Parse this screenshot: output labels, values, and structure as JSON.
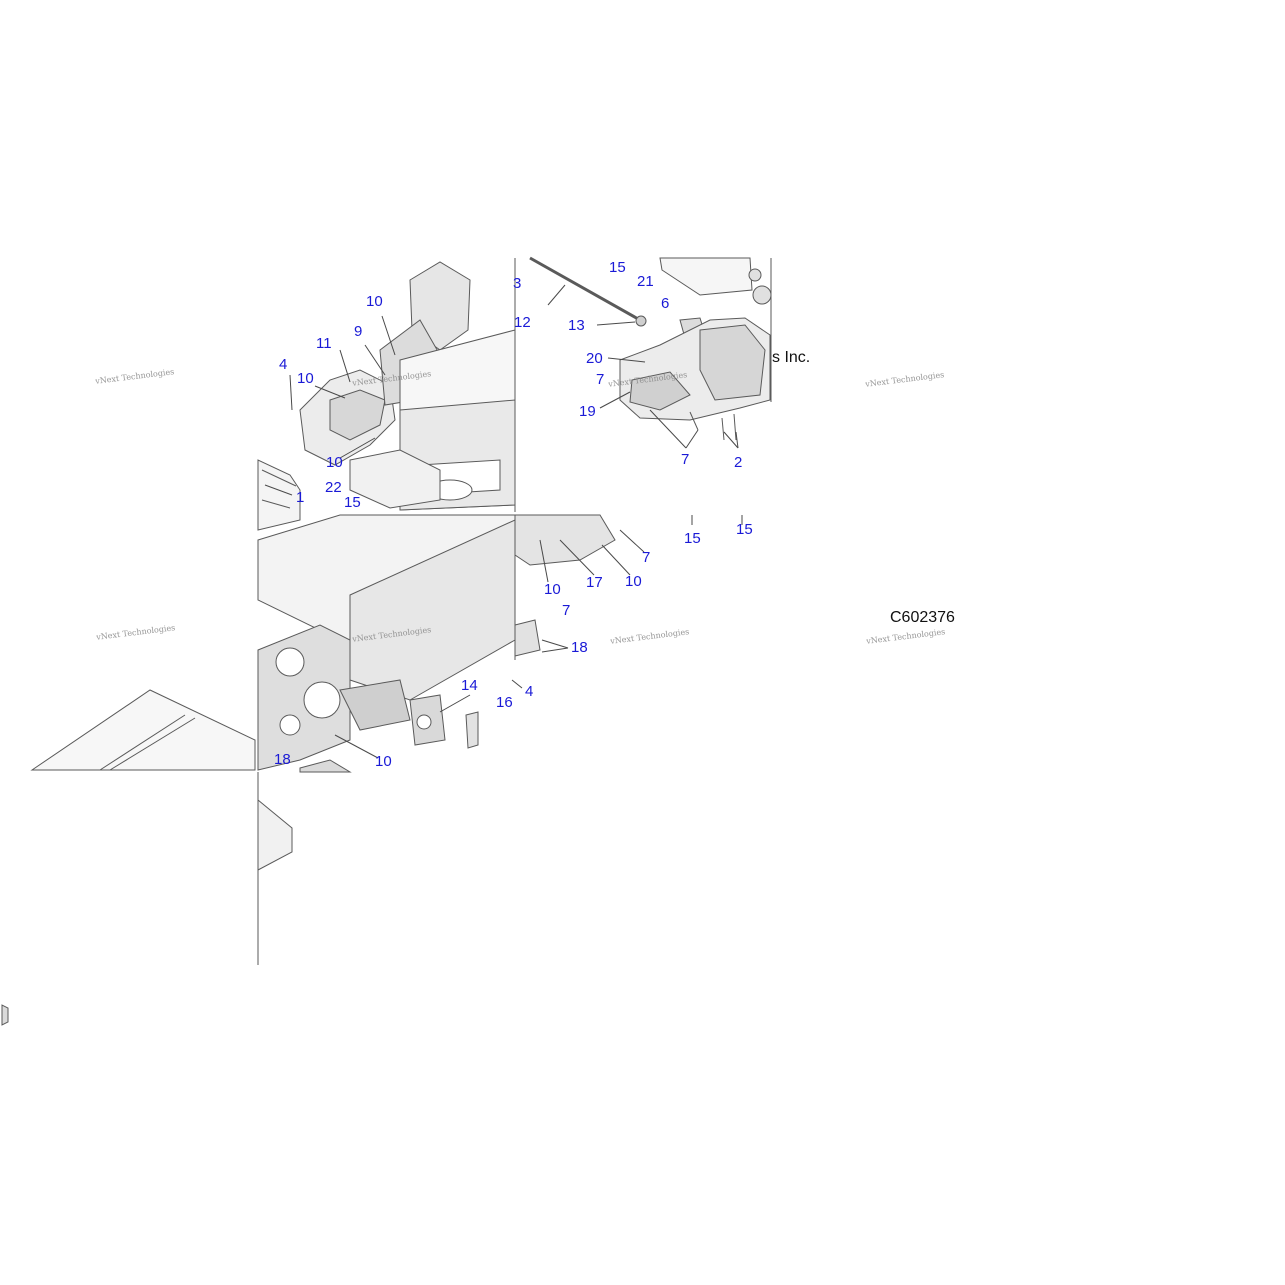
{
  "diagram": {
    "drawing_number": "C602376",
    "copyright_fragment": "s Inc.",
    "watermark_text": "vNext Technologies",
    "line_color": "#5a5a5a",
    "callout_color": "#1a1ad6",
    "callouts": [
      "15",
      "21",
      "3",
      "12",
      "13",
      "6",
      "10",
      "9",
      "11",
      "20",
      "7",
      "4",
      "10",
      "19",
      "7",
      "2",
      "10",
      "22",
      "1",
      "15",
      "15",
      "15",
      "7",
      "10",
      "17",
      "10",
      "7",
      "18",
      "14",
      "4",
      "16",
      "18",
      "10"
    ]
  }
}
